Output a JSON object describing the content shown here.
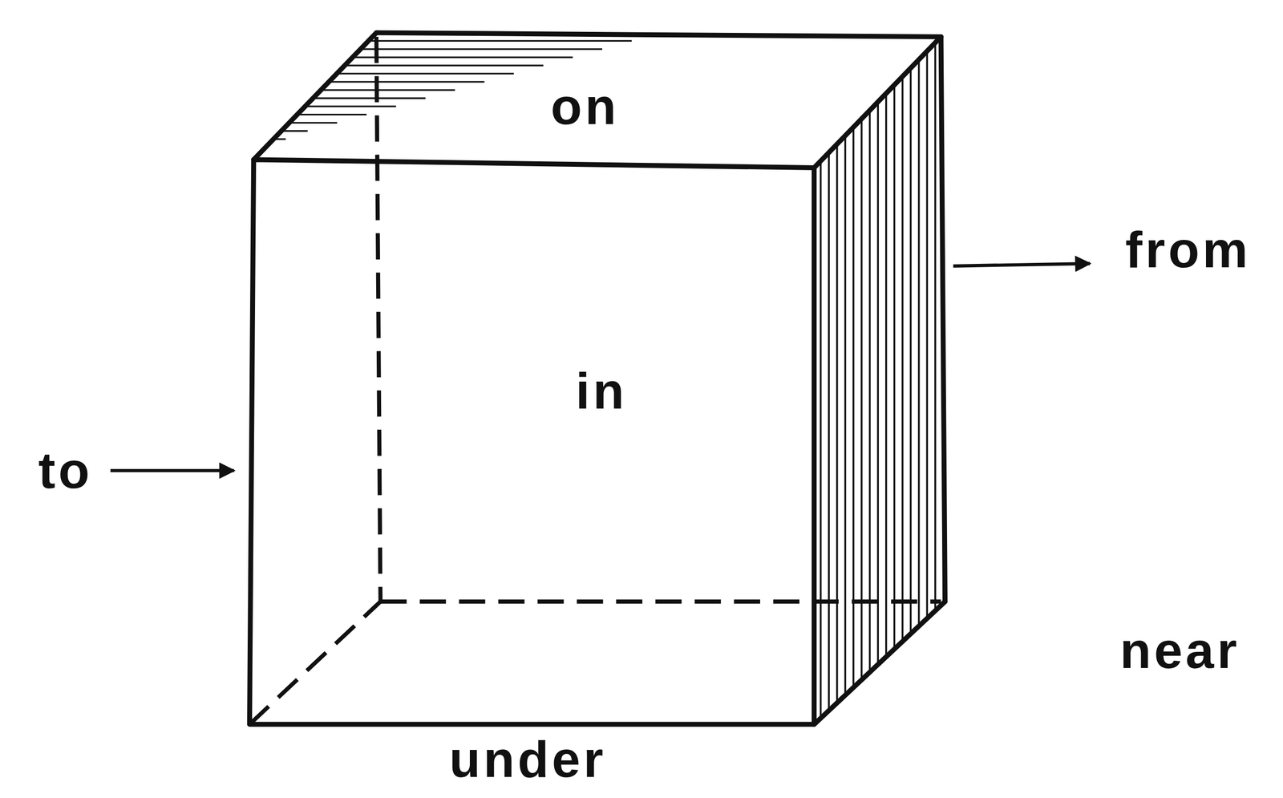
{
  "diagram": {
    "labels": [
      "on",
      "from",
      "in",
      "to",
      "near",
      "under"
    ]
  }
}
